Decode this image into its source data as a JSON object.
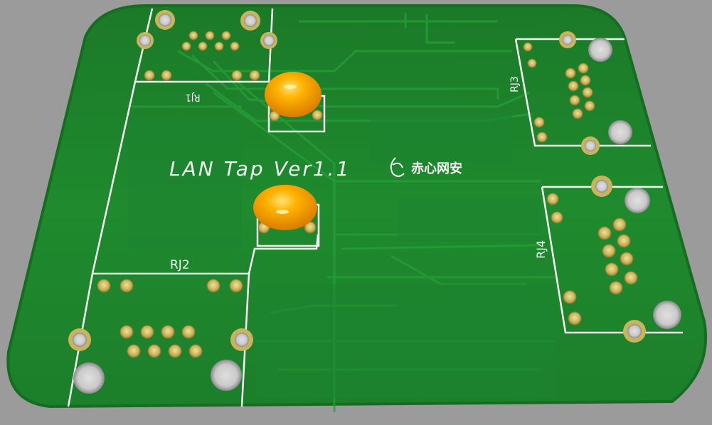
{
  "board": {
    "title": "LAN Tap Ver1.1",
    "logo_text": "赤心网安",
    "labels": {
      "rj1": "RJ1",
      "rj2": "RJ2",
      "rj3": "RJ3",
      "rj4": "RJ4"
    }
  },
  "colors": {
    "background": "#9b9b9b",
    "pcb_green": "#1f8a2e",
    "pcb_edge": "#156e20",
    "copper_trace": "#229a34",
    "silkscreen": "#f4f4f4",
    "pad_gold": "#c8b45a",
    "capacitor_orange": "#f5a000"
  }
}
